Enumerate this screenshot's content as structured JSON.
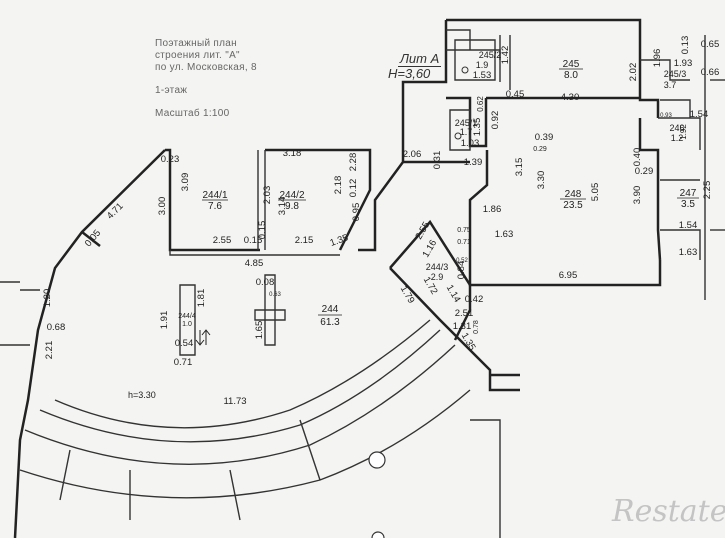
{
  "header": {
    "line1": "Поэтажный план",
    "line2": "строения лит. \"А\"",
    "line3": "по ул. Московская, 8",
    "floor": "1-этаж",
    "scale": "Масштаб 1:100"
  },
  "lit": {
    "name": "Лит А",
    "height": "H=3,60"
  },
  "watermark": "Restate",
  "height_note": "h=3.30",
  "rooms": [
    {
      "id": "244/1",
      "area": "7.6"
    },
    {
      "id": "244/2",
      "area": "9.8"
    },
    {
      "id": "244",
      "area": "61.3"
    },
    {
      "id": "244/3",
      "area": "2.9"
    },
    {
      "id": "244/4",
      "area": "1.0"
    },
    {
      "id": "245",
      "area": "8.0"
    },
    {
      "id": "245/2",
      "area": "1.9"
    },
    {
      "id": "245/1",
      "area": "1.7"
    },
    {
      "id": "245/3",
      "area": "3.7"
    },
    {
      "id": "246",
      "area": "1.2"
    },
    {
      "id": "247",
      "area": "3.5"
    },
    {
      "id": "248",
      "area": "23.5"
    }
  ],
  "dimensions": {
    "d318": "3.18",
    "d309": "3.09",
    "d300": "3.00",
    "d203": "2.03",
    "d314": "3.14",
    "d218": "2.18",
    "d228": "2.28",
    "d012": "0.12",
    "d095": "0.95",
    "d135a": "1.35",
    "d215": "2.15",
    "d255": "2.55",
    "d015a": "0.15",
    "d015b": "0.15",
    "d485": "4.85",
    "d023": "0.23",
    "d471": "4.71",
    "d005": "0.05",
    "d120": "1.20",
    "d068": "0.68",
    "d221": "2.21",
    "d191": "1.91",
    "d181": "1.81",
    "d054": "0.54",
    "d071": "0.71",
    "d008": "0.08",
    "d063": "0.63",
    "d165": "1.65",
    "d1173": "11.73",
    "d206": "2.06",
    "d031": "0.31",
    "d139": "1.39",
    "d103": "1.03",
    "d062": "0.62",
    "d092": "0.92",
    "d135b": "1.35",
    "d045": "0.45",
    "d430": "4.30",
    "d202": "2.02",
    "d196": "1.96",
    "d013": "0.13",
    "d193": "1.93",
    "d065": "0.65",
    "d066": "0.66",
    "d154a": "1.54",
    "d142": "1.42",
    "d153": "1.53",
    "d039": "0.39",
    "d029a": "0.29",
    "d315": "3.15",
    "d330": "3.30",
    "d505": "5.05",
    "d040": "0.40",
    "d390": "3.90",
    "d029b": "0.29",
    "d225": "2.25",
    "d154b": "1.54",
    "d163a": "1.63",
    "d163b": "1.63",
    "d186": "1.86",
    "d695": "6.95",
    "d255b": "2.55",
    "d075": "0.75",
    "d116": "1.16",
    "d071b": "0.71",
    "d172": "1.72",
    "d114": "1.14",
    "d084": "0.84",
    "d179": "1.79",
    "d042": "0.42",
    "d251": "2.51",
    "d131": "1.31",
    "d078": "0.78",
    "d135c": "1.35",
    "d052": "0.52",
    "d192": "1.92",
    "d093": "0.93"
  }
}
